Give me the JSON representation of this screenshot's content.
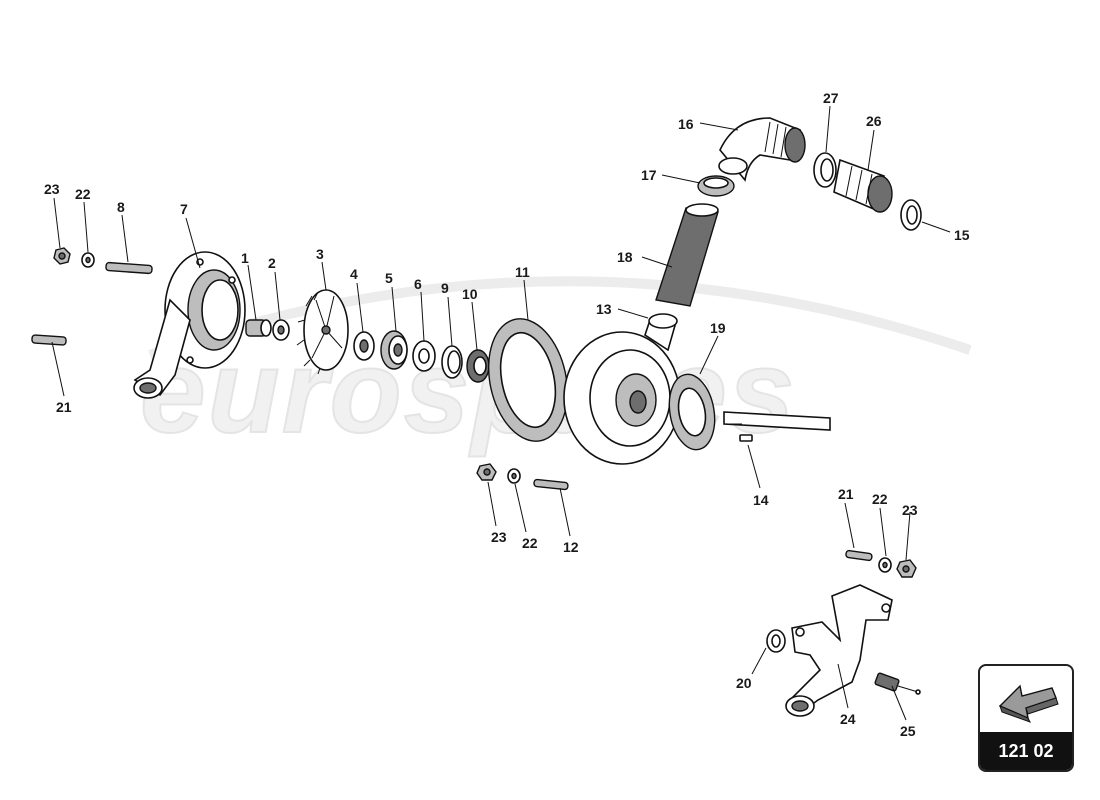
{
  "watermark": {
    "text": "eurospares"
  },
  "callouts": [
    {
      "id": "c1",
      "text": "1"
    },
    {
      "id": "c2",
      "text": "2"
    },
    {
      "id": "c3",
      "text": "3"
    },
    {
      "id": "c4",
      "text": "4"
    },
    {
      "id": "c5",
      "text": "5"
    },
    {
      "id": "c6",
      "text": "6"
    },
    {
      "id": "c7",
      "text": "7"
    },
    {
      "id": "c8",
      "text": "8"
    },
    {
      "id": "c9",
      "text": "9"
    },
    {
      "id": "c10",
      "text": "10"
    },
    {
      "id": "c11",
      "text": "11"
    },
    {
      "id": "c12",
      "text": "12"
    },
    {
      "id": "c13",
      "text": "13"
    },
    {
      "id": "c14",
      "text": "14"
    },
    {
      "id": "c15",
      "text": "15"
    },
    {
      "id": "c16",
      "text": "16"
    },
    {
      "id": "c17",
      "text": "17"
    },
    {
      "id": "c18",
      "text": "18"
    },
    {
      "id": "c19",
      "text": "19"
    },
    {
      "id": "c20",
      "text": "20"
    },
    {
      "id": "c21a",
      "text": "21"
    },
    {
      "id": "c21b",
      "text": "21"
    },
    {
      "id": "c22a",
      "text": "22"
    },
    {
      "id": "c22b",
      "text": "22"
    },
    {
      "id": "c22c",
      "text": "22"
    },
    {
      "id": "c23a",
      "text": "23"
    },
    {
      "id": "c23b",
      "text": "23"
    },
    {
      "id": "c23c",
      "text": "23"
    },
    {
      "id": "c24",
      "text": "24"
    },
    {
      "id": "c25",
      "text": "25"
    },
    {
      "id": "c26",
      "text": "26"
    },
    {
      "id": "c27",
      "text": "27"
    }
  ],
  "reference_badge": {
    "number": "121 02",
    "icon": "arrow-icon"
  }
}
